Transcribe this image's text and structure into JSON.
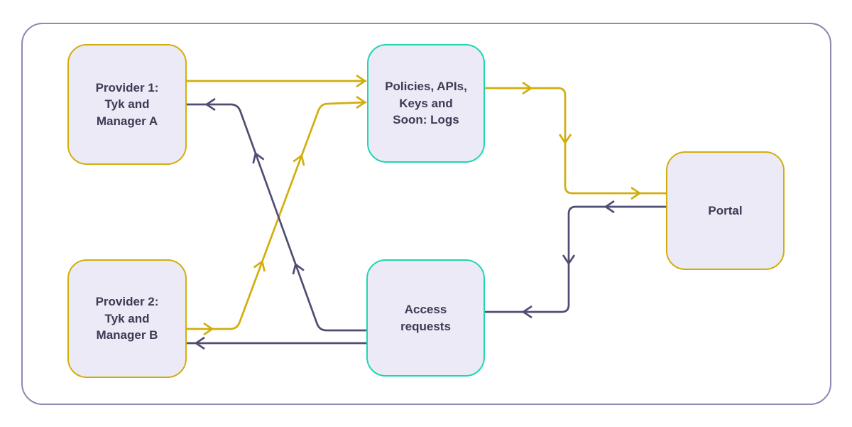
{
  "diagram": {
    "nodes": {
      "provider1": {
        "label": "Provider 1:\nTyk and\nManager A",
        "border_color_name": "yellow"
      },
      "provider2": {
        "label": "Provider 2:\nTyk and\nManager B",
        "border_color_name": "yellow"
      },
      "policies": {
        "label": "Policies, APIs,\nKeys and\nSoon: Logs",
        "border_color_name": "teal"
      },
      "access": {
        "label": "Access\nrequests",
        "border_color_name": "teal"
      },
      "portal": {
        "label": "Portal",
        "border_color_name": "yellow"
      }
    },
    "edges": [
      {
        "from": "provider1",
        "to": "policies",
        "color_name": "yellow",
        "style": "straight-horizontal"
      },
      {
        "from": "provider2",
        "to": "policies",
        "color_name": "yellow",
        "style": "elbow-diagonal-up"
      },
      {
        "from": "policies",
        "to": "portal",
        "color_name": "yellow",
        "style": "right-down-right"
      },
      {
        "from": "portal",
        "to": "access",
        "color_name": "slate",
        "style": "left-down-left"
      },
      {
        "from": "access",
        "to": "provider1",
        "color_name": "slate",
        "style": "elbow-diagonal-up"
      },
      {
        "from": "access",
        "to": "provider2",
        "color_name": "slate",
        "style": "straight-horizontal"
      }
    ]
  },
  "colors": {
    "yellow": "#D2AE0D",
    "teal": "#1ED7AF",
    "slate": "#504D73",
    "frame": "#8A8AB2",
    "node_fill": "#EBEAF6",
    "text": "#3E3A54",
    "background": "#FFFFFF"
  }
}
